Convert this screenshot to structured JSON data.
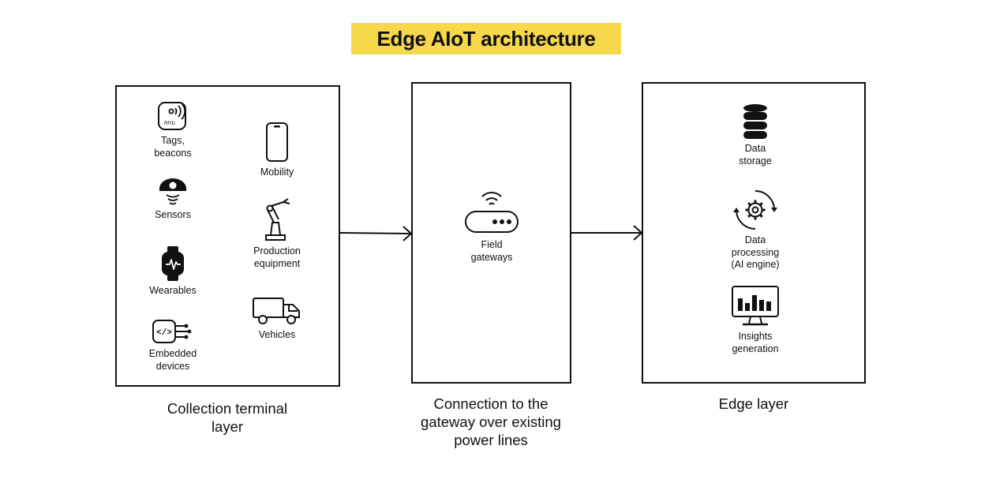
{
  "title": "Edge AIoT architecture",
  "colors": {
    "title_highlight": "#f6d84a",
    "ink": "#111111",
    "background": "#ffffff"
  },
  "collection_layer": {
    "caption": "Collection terminal\nlayer",
    "items": [
      {
        "label": "Tags,\nbeacons",
        "icon": "rfid-tag-icon",
        "badge": "RFID"
      },
      {
        "label": "Sensors",
        "icon": "sensor-icon"
      },
      {
        "label": "Wearables",
        "icon": "smartwatch-icon"
      },
      {
        "label": "Embedded\ndevices",
        "icon": "embedded-chip-icon"
      },
      {
        "label": "Mobility",
        "icon": "smartphone-icon"
      },
      {
        "label": "Production\nequipment",
        "icon": "robot-arm-icon"
      },
      {
        "label": "Vehicles",
        "icon": "truck-icon"
      }
    ]
  },
  "gateway_layer": {
    "caption": "Connection to the\ngateway over existing\npower lines",
    "items": [
      {
        "label": "Field\ngateways",
        "icon": "wifi-router-icon"
      }
    ]
  },
  "edge_layer": {
    "caption": "Edge layer",
    "items": [
      {
        "label": "Data\nstorage",
        "icon": "database-icon"
      },
      {
        "label": "Data\nprocessing\n(AI engine)",
        "icon": "gear-cycle-icon"
      },
      {
        "label": "Insights\ngeneration",
        "icon": "monitor-chart-icon"
      }
    ]
  }
}
